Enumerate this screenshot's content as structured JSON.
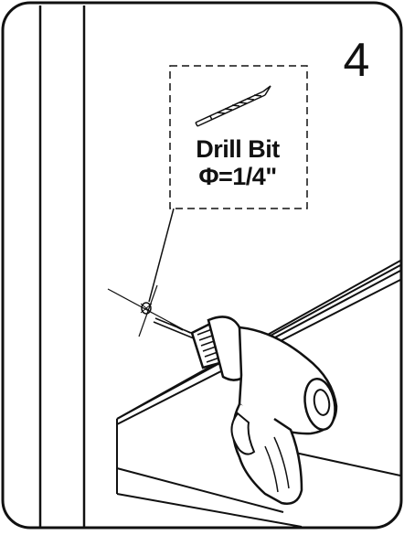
{
  "step": {
    "number": "4"
  },
  "callout": {
    "tool_name": "Drill Bit",
    "size_spec": "Φ=1/4\""
  },
  "icons": {
    "drill": "power-drill-icon",
    "bit": "drill-bit-icon",
    "hole": "drill-hole-marker-icon"
  },
  "colors": {
    "line": "#111111",
    "background": "#ffffff",
    "hatch": "#555555"
  }
}
